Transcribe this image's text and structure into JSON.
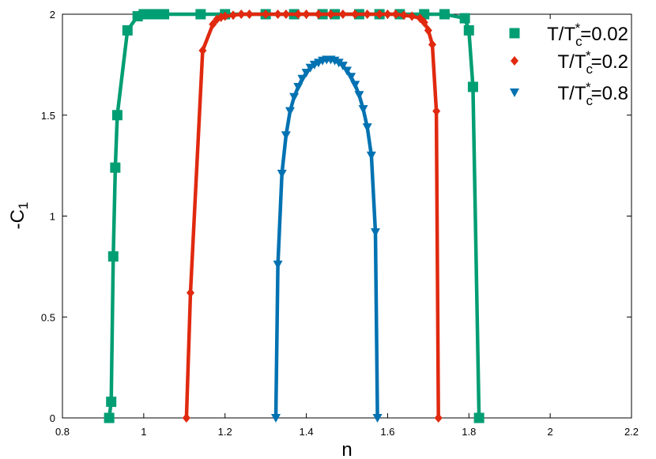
{
  "chart_data": {
    "type": "line",
    "xlabel": "n",
    "ylabel": "-C",
    "ylabel_sub": "1",
    "xlim": [
      0.8,
      2.2
    ],
    "ylim": [
      0,
      2
    ],
    "xticks": [
      "0.8",
      "1",
      "1.2",
      "1.4",
      "1.6",
      "1.8",
      "2",
      "2.2"
    ],
    "xtick_values": [
      0.8,
      1.0,
      1.2,
      1.4,
      1.6,
      1.8,
      2.0,
      2.2
    ],
    "yticks": [
      "0",
      "0.5",
      "1",
      "1.5",
      "2"
    ],
    "ytick_values": [
      0,
      0.5,
      1.0,
      1.5,
      2.0
    ],
    "grid": false,
    "legend_position": "top-right",
    "series": [
      {
        "name_prefix": "T/T",
        "name_sub": "c",
        "name_sup": "*",
        "name_value": "=0.02",
        "color": "#009e73",
        "marker": "square",
        "x": [
          0.915,
          0.92,
          0.925,
          0.93,
          0.935,
          0.96,
          0.985,
          1.0,
          1.02,
          1.04,
          1.05,
          1.14,
          1.2,
          1.3,
          1.37,
          1.44,
          1.47,
          1.53,
          1.58,
          1.63,
          1.69,
          1.74,
          1.79,
          1.8,
          1.81,
          1.825
        ],
        "y": [
          0.0,
          0.08,
          0.8,
          1.24,
          1.5,
          1.92,
          1.99,
          2.0,
          2.0,
          2.0,
          2.0,
          2.0,
          2.0,
          2.0,
          2.0,
          2.0,
          2.0,
          2.0,
          2.0,
          2.0,
          2.0,
          2.0,
          1.98,
          1.92,
          1.64,
          0.0
        ]
      },
      {
        "name_prefix": "T/T",
        "name_sub": "c",
        "name_sup": "*",
        "name_value": "=0.2",
        "color": "#e0290f",
        "marker": "diamond",
        "x": [
          1.105,
          1.115,
          1.145,
          1.17,
          1.18,
          1.19,
          1.2,
          1.22,
          1.24,
          1.26,
          1.3,
          1.33,
          1.35,
          1.38,
          1.4,
          1.43,
          1.46,
          1.49,
          1.52,
          1.55,
          1.58,
          1.6,
          1.62,
          1.64,
          1.66,
          1.68,
          1.69,
          1.7,
          1.71,
          1.72,
          1.725
        ],
        "y": [
          0.0,
          0.62,
          1.82,
          1.95,
          1.975,
          1.985,
          1.99,
          1.995,
          2.0,
          2.0,
          2.0,
          2.0,
          2.0,
          2.0,
          2.0,
          2.0,
          2.0,
          2.0,
          2.0,
          2.0,
          2.0,
          2.0,
          2.0,
          1.995,
          1.99,
          1.98,
          1.96,
          1.92,
          1.85,
          1.52,
          0.0
        ]
      },
      {
        "name_prefix": "T/T",
        "name_sub": "c",
        "name_sup": "*",
        "name_value": "=0.8",
        "color": "#0072b2",
        "marker": "triangle-down",
        "x": [
          1.325,
          1.33,
          1.34,
          1.35,
          1.36,
          1.37,
          1.38,
          1.39,
          1.4,
          1.41,
          1.42,
          1.43,
          1.44,
          1.45,
          1.46,
          1.47,
          1.48,
          1.49,
          1.5,
          1.51,
          1.52,
          1.53,
          1.54,
          1.55,
          1.56,
          1.57,
          1.575
        ],
        "y": [
          0.0,
          0.76,
          1.21,
          1.4,
          1.52,
          1.59,
          1.64,
          1.68,
          1.71,
          1.735,
          1.75,
          1.76,
          1.77,
          1.775,
          1.775,
          1.77,
          1.76,
          1.745,
          1.72,
          1.69,
          1.65,
          1.6,
          1.53,
          1.44,
          1.3,
          0.92,
          0.0
        ]
      }
    ]
  }
}
